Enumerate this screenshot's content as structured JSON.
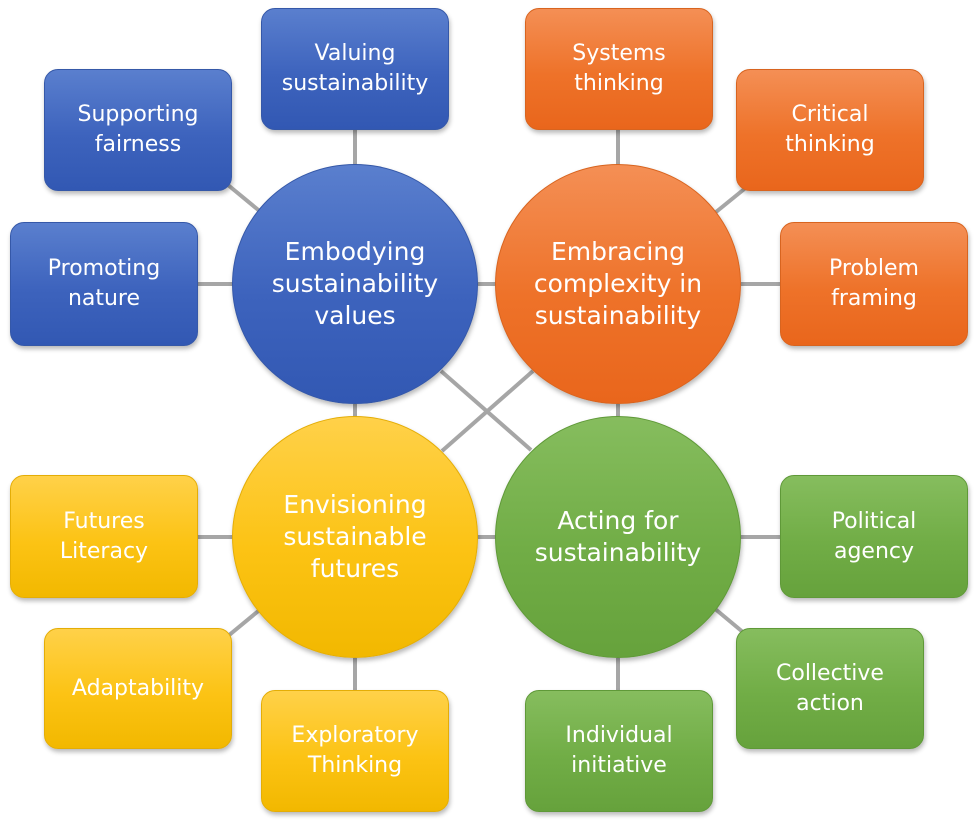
{
  "diagram": {
    "colors": {
      "blue": "#4472c4",
      "orange": "#ed7d31",
      "yellow": "#ffc000",
      "green": "#70ad47",
      "connector": "#a6a6a6"
    },
    "hubs": {
      "values": "Embodying\nsustainability\nvalues",
      "complexity": "Embracing\ncomplexity in\nsustainability",
      "futures": "Envisioning\nsustainable\nfutures",
      "acting": "Acting for\nsustainability"
    },
    "values_items": {
      "valuing": "Valuing\nsustainability",
      "fairness": "Supporting\nfairness",
      "nature": "Promoting\nnature"
    },
    "complexity_items": {
      "systems": "Systems\nthinking",
      "critical": "Critical\nthinking",
      "framing": "Problem\nframing"
    },
    "futures_items": {
      "literacy": "Futures\nLiteracy",
      "adaptability": "Adaptability",
      "exploratory": "Exploratory\nThinking"
    },
    "acting_items": {
      "political": "Political\nagency",
      "collective": "Collective\naction",
      "individual": "Individual\ninitiative"
    }
  }
}
